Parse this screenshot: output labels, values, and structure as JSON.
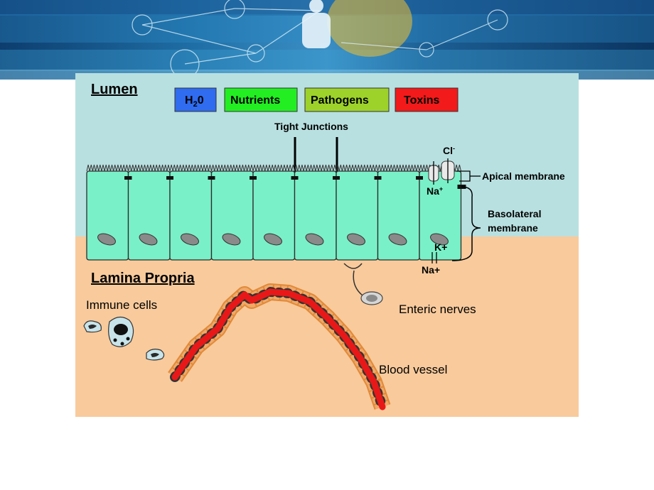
{
  "banner": {
    "icon": "network-people-icon",
    "colors": {
      "dark": "#0b2f5a",
      "mid": "#1a6fa8",
      "light": "#4fa9d8"
    }
  },
  "diagram": {
    "regions": {
      "lumen": "Lumen",
      "lamina_propria": "Lamina Propria"
    },
    "legend": [
      {
        "label": "H",
        "sub": "2",
        "suffix": "0",
        "color": "#2f6cf0"
      },
      {
        "label": "Nutrients",
        "color": "#22ee22"
      },
      {
        "label": "Pathogens",
        "color": "#9dd22a"
      },
      {
        "label": "Toxins",
        "color": "#f21a1a"
      }
    ],
    "labels": {
      "tight_junctions": "Tight Junctions",
      "cl": "Cl",
      "cl_sup": "-",
      "na_top": "Na",
      "na_top_sup": "+",
      "apical": "Apical membrane",
      "basolateral_1": "Basolateral",
      "basolateral_2": "membrane",
      "k": "K+",
      "na_bottom": "Na+",
      "immune_cells": "Immune cells",
      "enteric_nerves": "Enteric nerves",
      "blood_vessel": "Blood vessel"
    },
    "colors": {
      "lumen": "#b9e0e0",
      "lamina": "#f8ca9c",
      "cell": "#7af0c8",
      "nucleus": "#8a8a8a",
      "vessel": "#e81818",
      "vessel_wall": "#f0a060"
    }
  }
}
